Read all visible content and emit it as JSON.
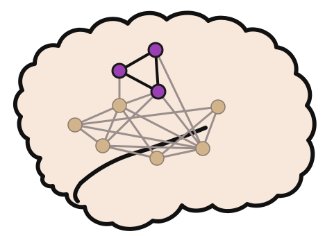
{
  "colors": {
    "background": "#ffffff",
    "brain_fill": "#f8e8dc",
    "brain_outline": "#111111",
    "network_edge": "#9a8f8c",
    "network_node": "#d2b48c",
    "network_node_stroke": "#8a7b70",
    "module_edge": "#111111",
    "module_node": "#9b3fb5",
    "module_node_stroke": "#1a1a1a"
  },
  "icons": {
    "brain": "brain-outline-icon",
    "network": "network-graph-icon"
  },
  "network": {
    "nodes": [
      {
        "id": "n1",
        "group": "tan"
      },
      {
        "id": "n2",
        "group": "tan"
      },
      {
        "id": "n3",
        "group": "tan"
      },
      {
        "id": "n4",
        "group": "tan"
      },
      {
        "id": "n5",
        "group": "tan"
      },
      {
        "id": "n6",
        "group": "tan"
      },
      {
        "id": "p1",
        "group": "purple"
      },
      {
        "id": "p2",
        "group": "purple"
      },
      {
        "id": "p3",
        "group": "purple"
      }
    ],
    "edges": [
      [
        "n1",
        "n2"
      ],
      [
        "n1",
        "n3"
      ],
      [
        "n1",
        "n5"
      ],
      [
        "n1",
        "n6"
      ],
      [
        "n2",
        "n3"
      ],
      [
        "n2",
        "n4"
      ],
      [
        "n2",
        "n5"
      ],
      [
        "n2",
        "p3"
      ],
      [
        "n3",
        "n4"
      ],
      [
        "n3",
        "n5"
      ],
      [
        "n3",
        "p3"
      ],
      [
        "n4",
        "n5"
      ],
      [
        "n4",
        "n6"
      ],
      [
        "n5",
        "n6"
      ],
      [
        "n5",
        "p3"
      ],
      [
        "n5",
        "p2"
      ],
      [
        "n2",
        "p1"
      ]
    ],
    "module_edges": [
      [
        "p1",
        "p2"
      ],
      [
        "p1",
        "p3"
      ],
      [
        "p2",
        "p3"
      ]
    ]
  }
}
